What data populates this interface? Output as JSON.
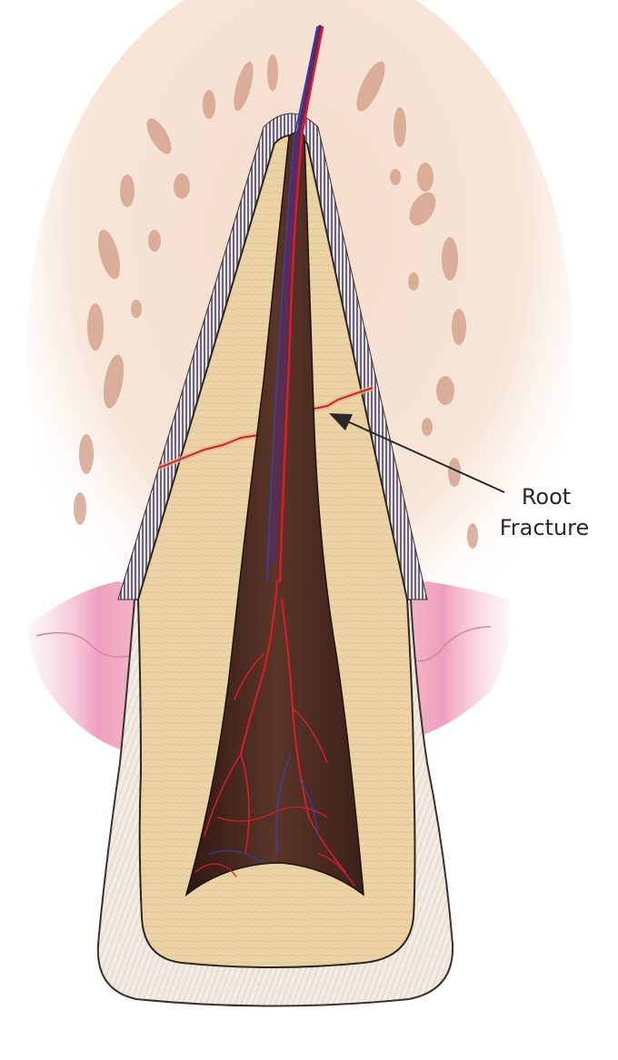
{
  "figure": {
    "subject": "Tooth cross-section showing a root fracture",
    "annotation": {
      "line1": "Root",
      "line2": "Fracture"
    },
    "colors": {
      "bone": "#f6e2d4",
      "bone_pores": "#c98f77",
      "ligament": "#7c7182",
      "gum": "#f1a6be",
      "dentin": "#ecd3a6",
      "enamel": "#efe8df",
      "pulp": "#4a2a22",
      "vessel_red": "#e01a2b",
      "vessel_blue": "#3a3fa8",
      "fracture_line": "#b3322a",
      "outline": "#2d2620"
    }
  }
}
